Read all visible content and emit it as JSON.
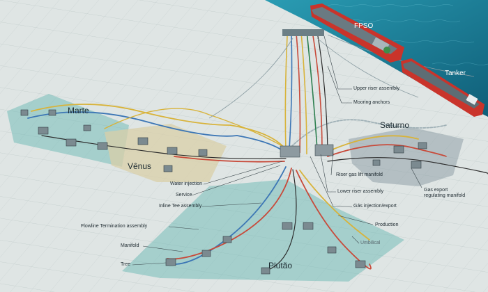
{
  "vessels": {
    "fpso": "FPSO",
    "tanker": "Tanker"
  },
  "fields": {
    "marte": "Marte",
    "venus": "Vênus",
    "saturno": "Saturno",
    "plutao": "Plutão"
  },
  "callouts": {
    "upper_riser_assembly": "Upper riser assembly",
    "mooring_anchors": "Mooring anchors",
    "riser_gas_lift_manifold": "Riser gas lift manifold",
    "lower_riser_assembly": "Lower riser assembly",
    "gas_injection_export": "Gás injection/export",
    "production": "Production",
    "umbilical": "Umbilical",
    "gas_export_manifold_line1": "Gas export",
    "gas_export_manifold_line2": "regulating manifold",
    "water_injection": "Water injection",
    "service": "Service",
    "inline_tee_assembly": "Inline Tee assembly",
    "flowline_termination_assembly": "Flowline Termination assembly",
    "manifold": "Manifold",
    "tree": "Tree"
  },
  "colors": {
    "sea": "#1a7f97",
    "seabed": "#dfe5e4",
    "zone_fill": "#5fb3b0",
    "venus_fill": "#d9cfa8",
    "saturno_fill": "#8fa0a8",
    "production": "#c84a3a",
    "water_injection": "#3c76b5",
    "gas": "#d8b33a",
    "umbilical": "#2c2c2c",
    "hull": "#c9342b"
  }
}
